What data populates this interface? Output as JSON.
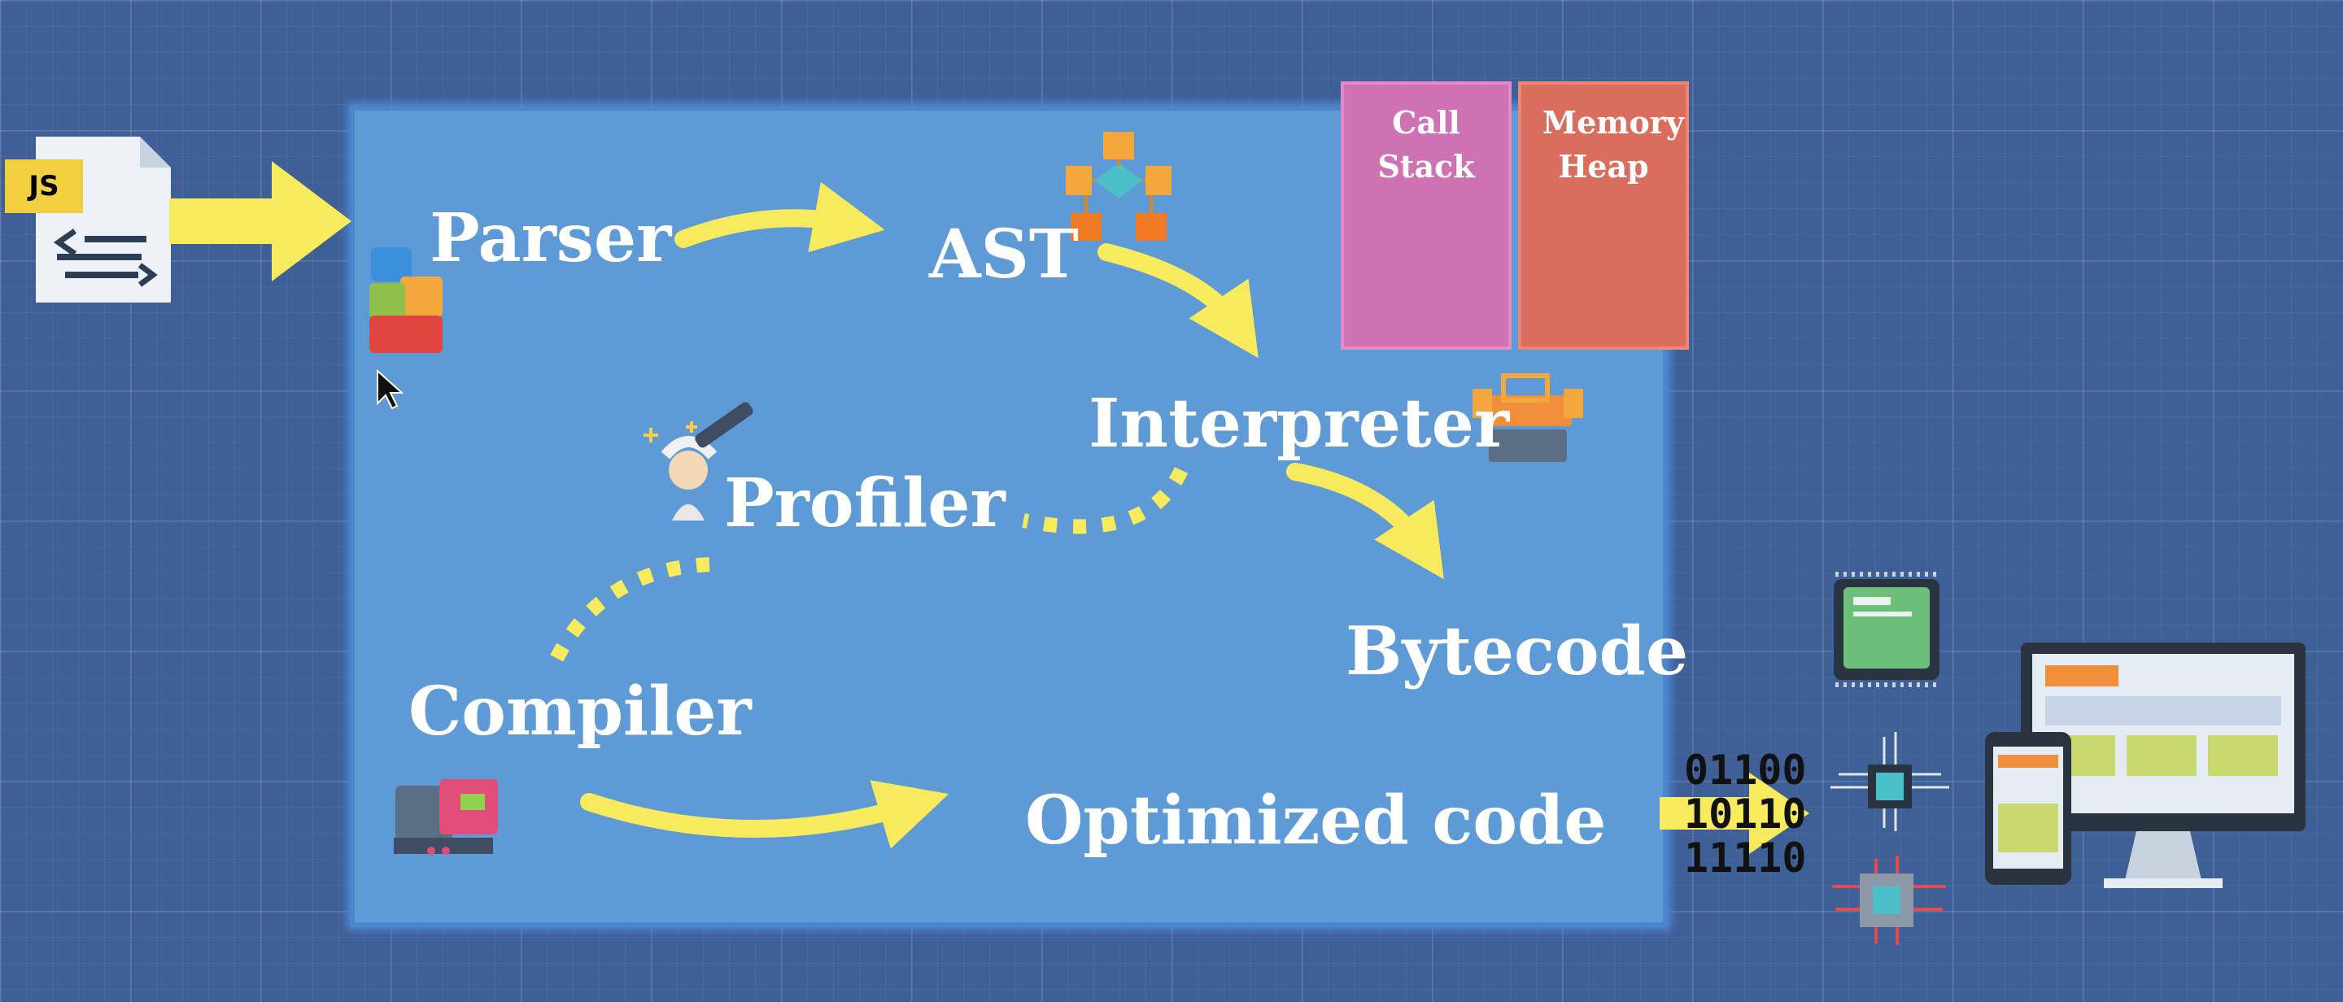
{
  "diagram": {
    "file_badge": "JS",
    "memory": {
      "call_stack": "Call Stack",
      "memory_heap": "Memory Heap"
    },
    "stages": {
      "parser": "Parser",
      "ast": "AST",
      "interpreter": "Interpreter",
      "profiler": "Profiler",
      "bytecode": "Bytecode",
      "compiler": "Compiler",
      "optimized_code": "Optimized code"
    },
    "binary_lines": [
      "01100",
      "10110",
      "11110"
    ]
  },
  "colors": {
    "background": "#3f5f97",
    "engine_box": "#5d9ad6",
    "arrow_yellow": "#f7ea5c",
    "call_stack": "#cf72b3",
    "memory_heap": "#d96e5f"
  },
  "icons": [
    "js-file-icon",
    "building-blocks-icon",
    "tree-structure-icon",
    "toolbox-icon",
    "scientist-telescope-icon",
    "machine-icon",
    "cpu-chip-icon",
    "circuit-chip-icon",
    "processor-icon",
    "devices-icon",
    "mouse-cursor-icon"
  ]
}
